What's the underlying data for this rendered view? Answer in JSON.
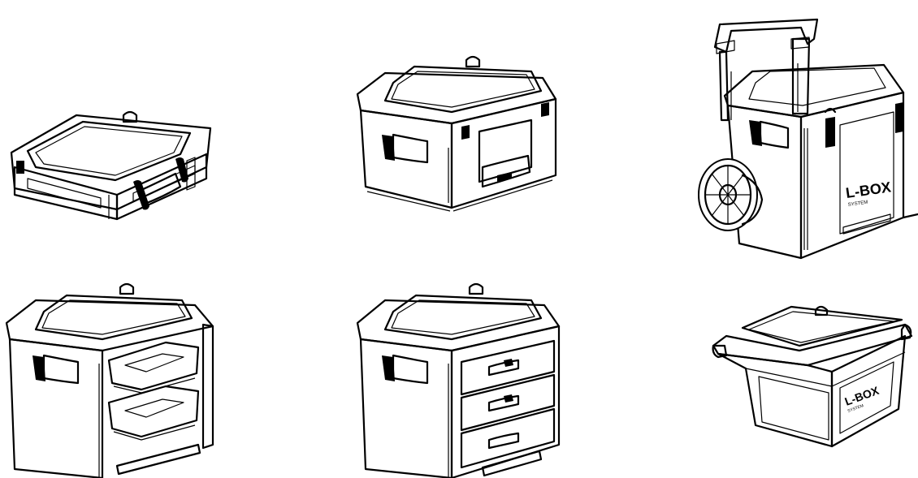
{
  "products": [
    {
      "id": "flat-case",
      "icons": [
        "toolbox-icon"
      ]
    },
    {
      "id": "medium-case",
      "icons": [
        "toolbox-icon"
      ]
    },
    {
      "id": "rolling-case",
      "icons": [
        "wheel-icon",
        "telescopic-handle-icon"
      ],
      "brand": "L-BOX",
      "brand_sub": "SYSTEM"
    },
    {
      "id": "shelf-case",
      "icons": [
        "shelf-icon"
      ]
    },
    {
      "id": "drawer-case",
      "icons": [
        "drawer-icon"
      ]
    },
    {
      "id": "open-tray",
      "icons": [
        "tray-icon"
      ],
      "brand": "L-BOX",
      "brand_sub": "SYSTEM"
    }
  ]
}
